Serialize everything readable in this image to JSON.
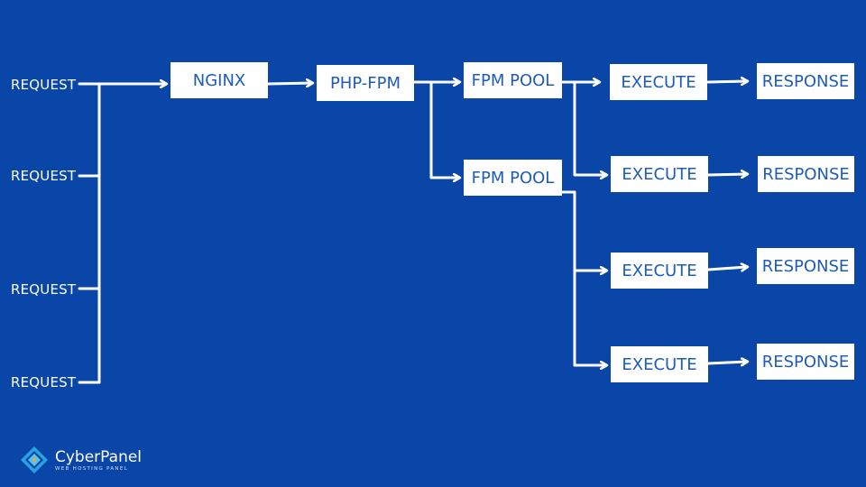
{
  "requests": [
    "REQUEST",
    "REQUEST",
    "REQUEST",
    "REQUEST"
  ],
  "nodes": {
    "nginx": "NGINX",
    "php_fpm": "PHP-FPM",
    "fpm_pool_1": "FPM POOL",
    "fpm_pool_2": "FPM POOL",
    "execute_1": "EXECUTE",
    "execute_2": "EXECUTE",
    "execute_3": "EXECUTE",
    "execute_4": "EXECUTE",
    "response_1": "RESPONSE",
    "response_2": "RESPONSE",
    "response_3": "RESPONSE",
    "response_4": "RESPONSE"
  },
  "logo": {
    "name": "CyberPanel",
    "tagline": "WEB HOSTING PANEL"
  },
  "colors": {
    "background": "#0a46a8",
    "box_fill": "#ffffff",
    "box_text": "#1e5cb8",
    "line": "#ffffff"
  }
}
